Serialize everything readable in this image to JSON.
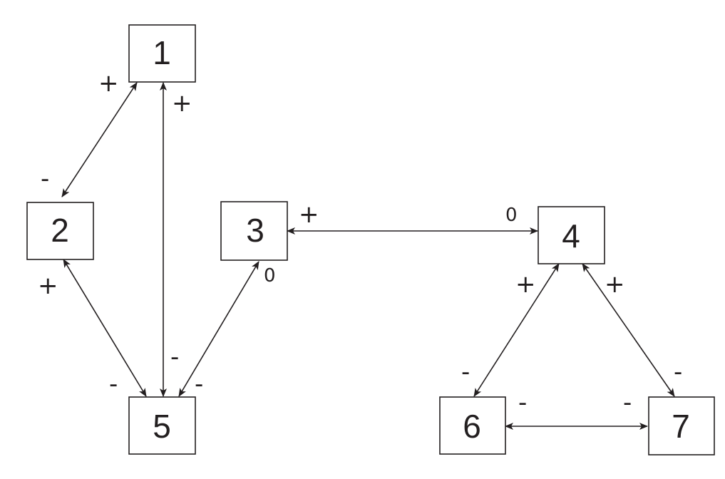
{
  "nodes": [
    {
      "id": "1",
      "label": "1"
    },
    {
      "id": "2",
      "label": "2"
    },
    {
      "id": "3",
      "label": "3"
    },
    {
      "id": "4",
      "label": "4"
    },
    {
      "id": "5",
      "label": "5"
    },
    {
      "id": "6",
      "label": "6"
    },
    {
      "id": "7",
      "label": "7"
    }
  ],
  "edges": [
    {
      "from": "1",
      "to": "2",
      "sign_from": "+",
      "sign_to": "-"
    },
    {
      "from": "1",
      "to": "5",
      "sign_from": "+",
      "sign_to": "-"
    },
    {
      "from": "2",
      "to": "5",
      "sign_from": "+",
      "sign_to": "-"
    },
    {
      "from": "3",
      "to": "5",
      "sign_from": "0",
      "sign_to": "-"
    },
    {
      "from": "3",
      "to": "4",
      "sign_from": "+",
      "sign_to": "0"
    },
    {
      "from": "4",
      "to": "6",
      "sign_from": "+",
      "sign_to": "-"
    },
    {
      "from": "4",
      "to": "7",
      "sign_from": "+",
      "sign_to": "-"
    },
    {
      "from": "6",
      "to": "7",
      "sign_from": "-",
      "sign_to": "-"
    }
  ]
}
